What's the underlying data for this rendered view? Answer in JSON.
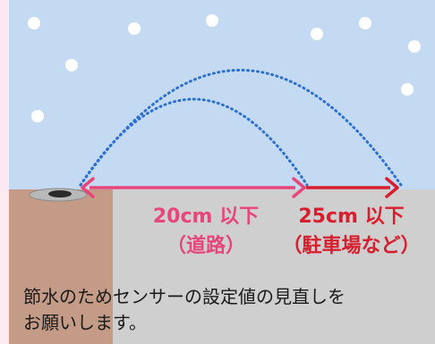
{
  "diagram": {
    "road": {
      "distance": "20cm 以下",
      "place": "（道路）",
      "color": "#e8457a"
    },
    "parking": {
      "distance": "25cm 以下",
      "place": "（駐車場など）",
      "color": "#d81e2c"
    },
    "spray_color": "#2b6fd0",
    "sky_color": "#c4daf2",
    "ground_color": "#c49b86",
    "pavement_color": "#cfcfcf"
  },
  "caption": {
    "line1": "節水のためセンサーの設定値の見直しを",
    "line2": "お願いします。"
  }
}
